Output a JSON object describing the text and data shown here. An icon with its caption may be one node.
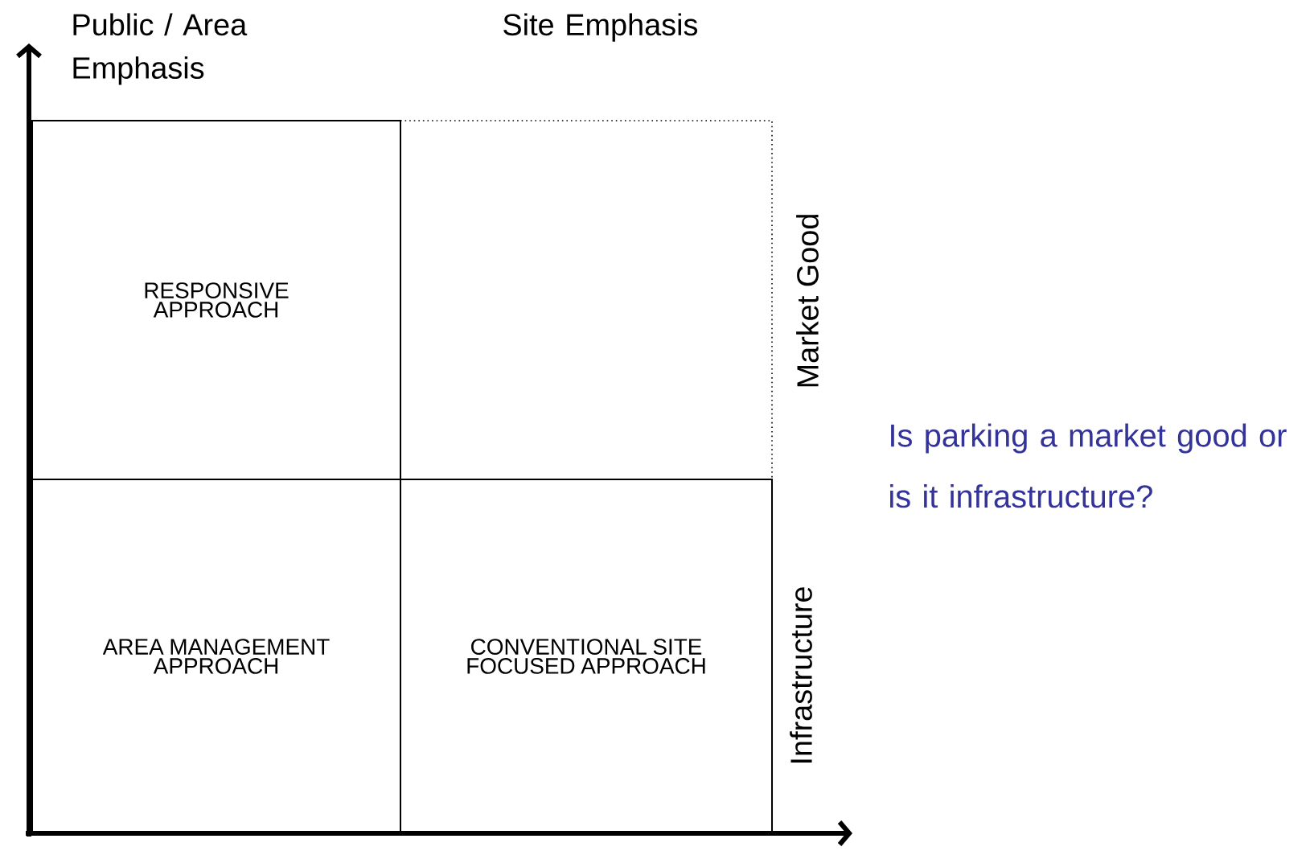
{
  "diagram": {
    "nodes": [
      {
        "text": [
          "RESPONSIVE APPROACH"
        ]
      },
      {
        "text": [],
        "shape": "box"
      },
      {
        "text": [
          "AREA MANAGEMENT APPROACH"
        ]
      },
      {
        "text": [
          "CONVENTIONAL SITE FOCUSED APPROACH"
        ]
      }
    ],
    "edges": [],
    "labels": [
      "Public / Area Emphasis",
      "Site Emphasis",
      "Market Good",
      "Infrastructure",
      "Is parking a market good or is it infrastructure?"
    ]
  }
}
